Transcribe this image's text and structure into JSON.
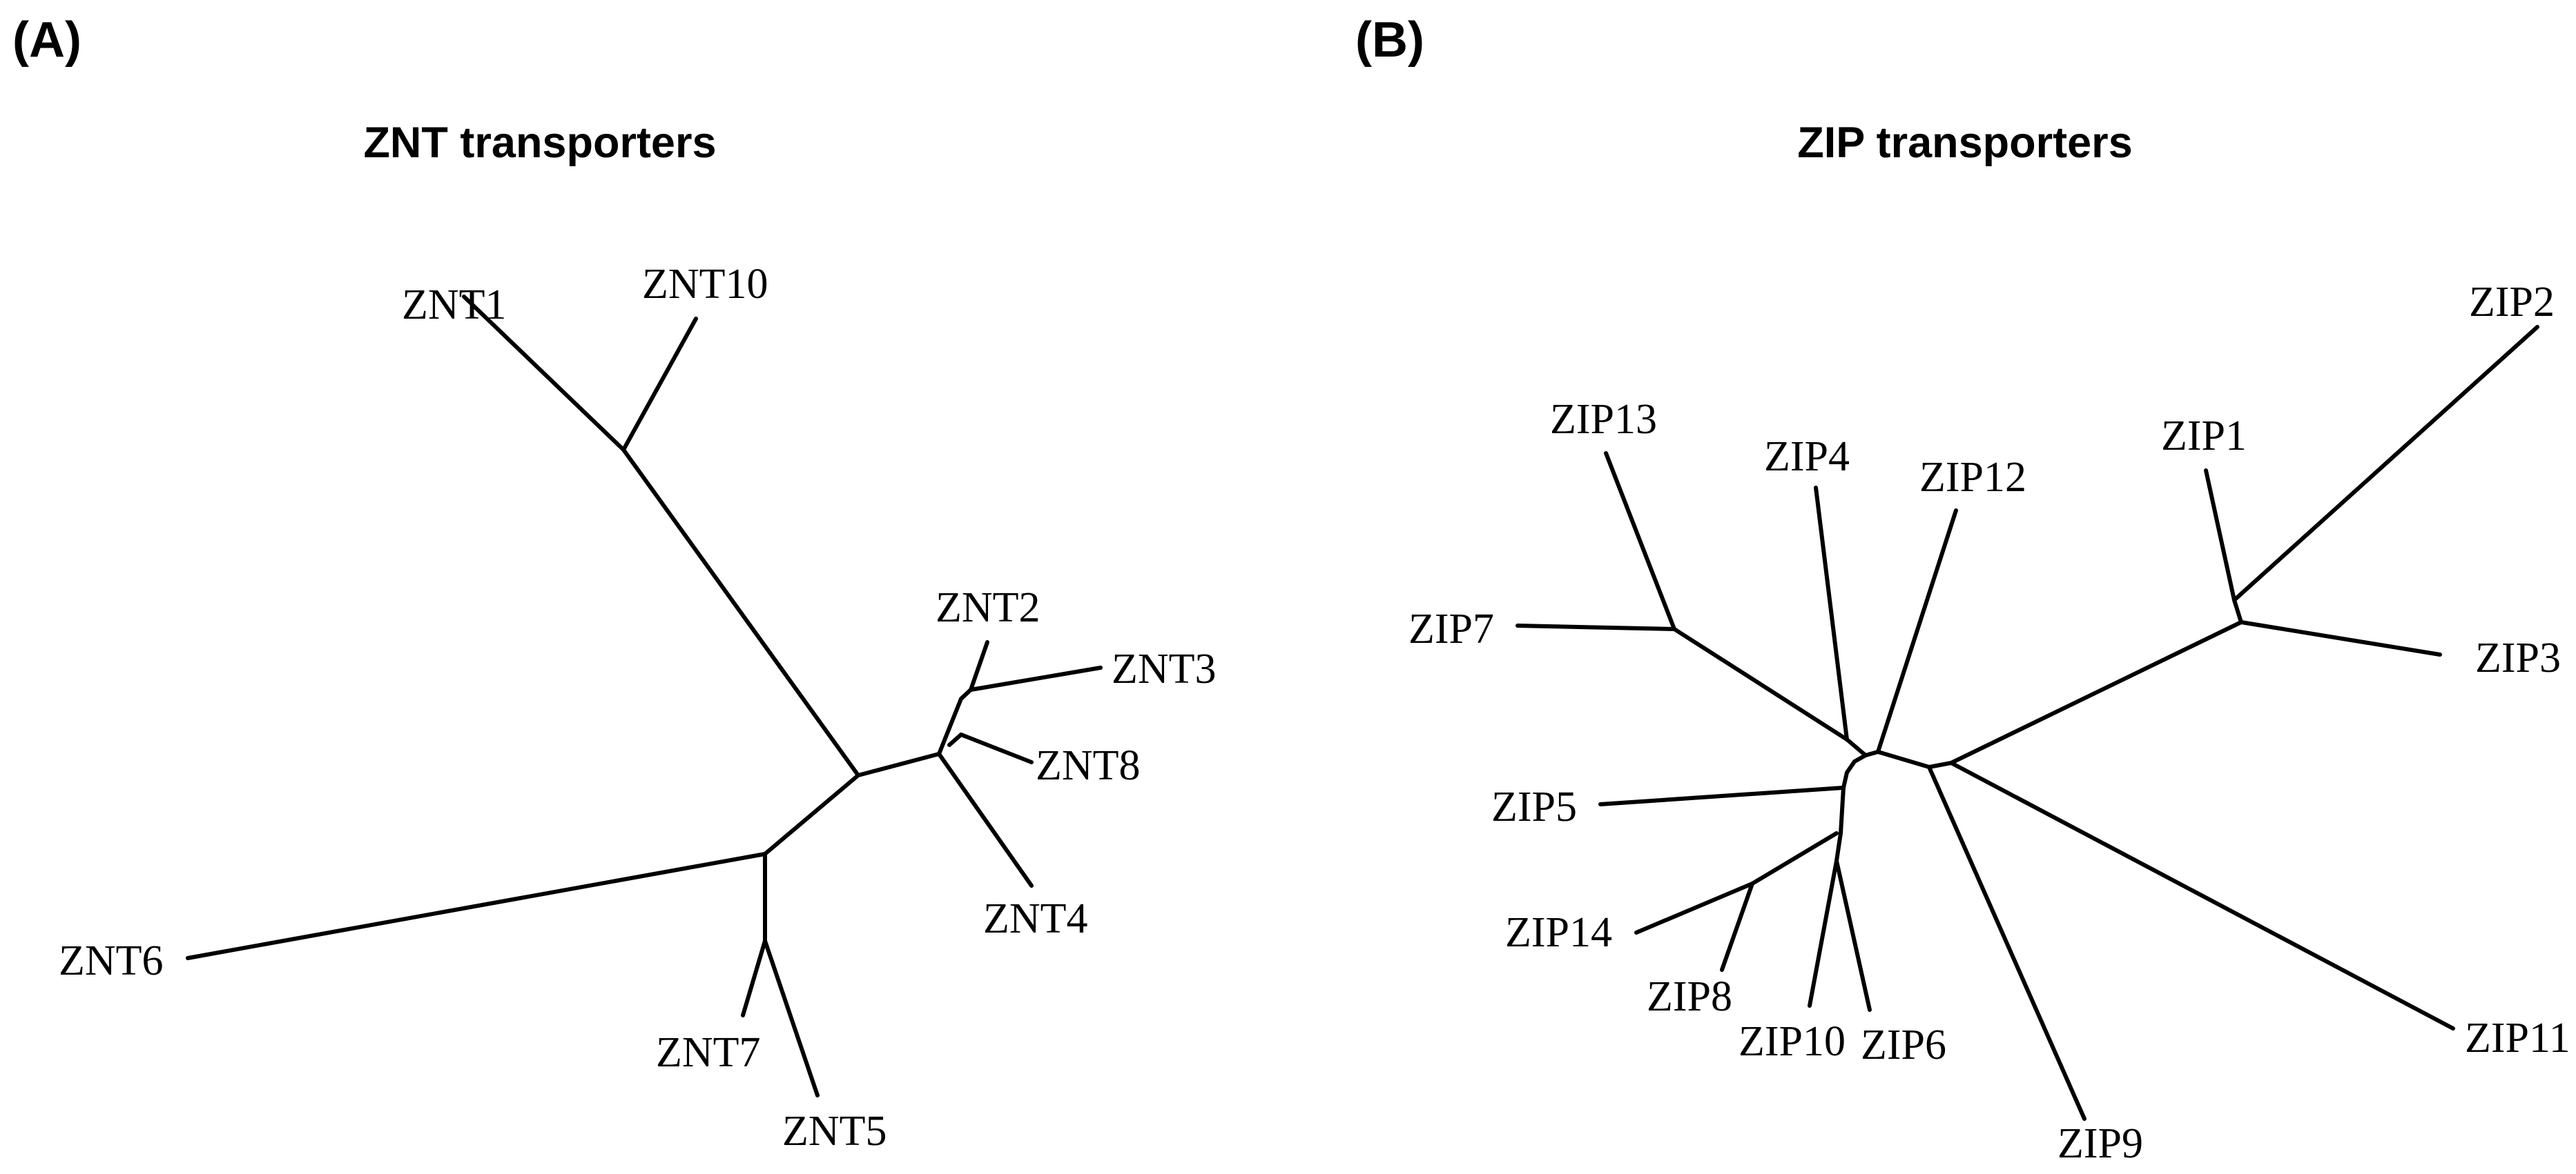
{
  "panels": [
    {
      "id": "A",
      "letter": "(A)",
      "title": "ZNT transporters",
      "leaves": [
        "ZNT1",
        "ZNT10",
        "ZNT2",
        "ZNT3",
        "ZNT8",
        "ZNT4",
        "ZNT6",
        "ZNT7",
        "ZNT5"
      ]
    },
    {
      "id": "B",
      "letter": "(B)",
      "title": "ZIP transporters",
      "leaves": [
        "ZIP2",
        "ZIP1",
        "ZIP3",
        "ZIP13",
        "ZIP4",
        "ZIP12",
        "ZIP7",
        "ZIP5",
        "ZIP14",
        "ZIP8",
        "ZIP10",
        "ZIP6",
        "ZIP11",
        "ZIP9"
      ]
    }
  ]
}
